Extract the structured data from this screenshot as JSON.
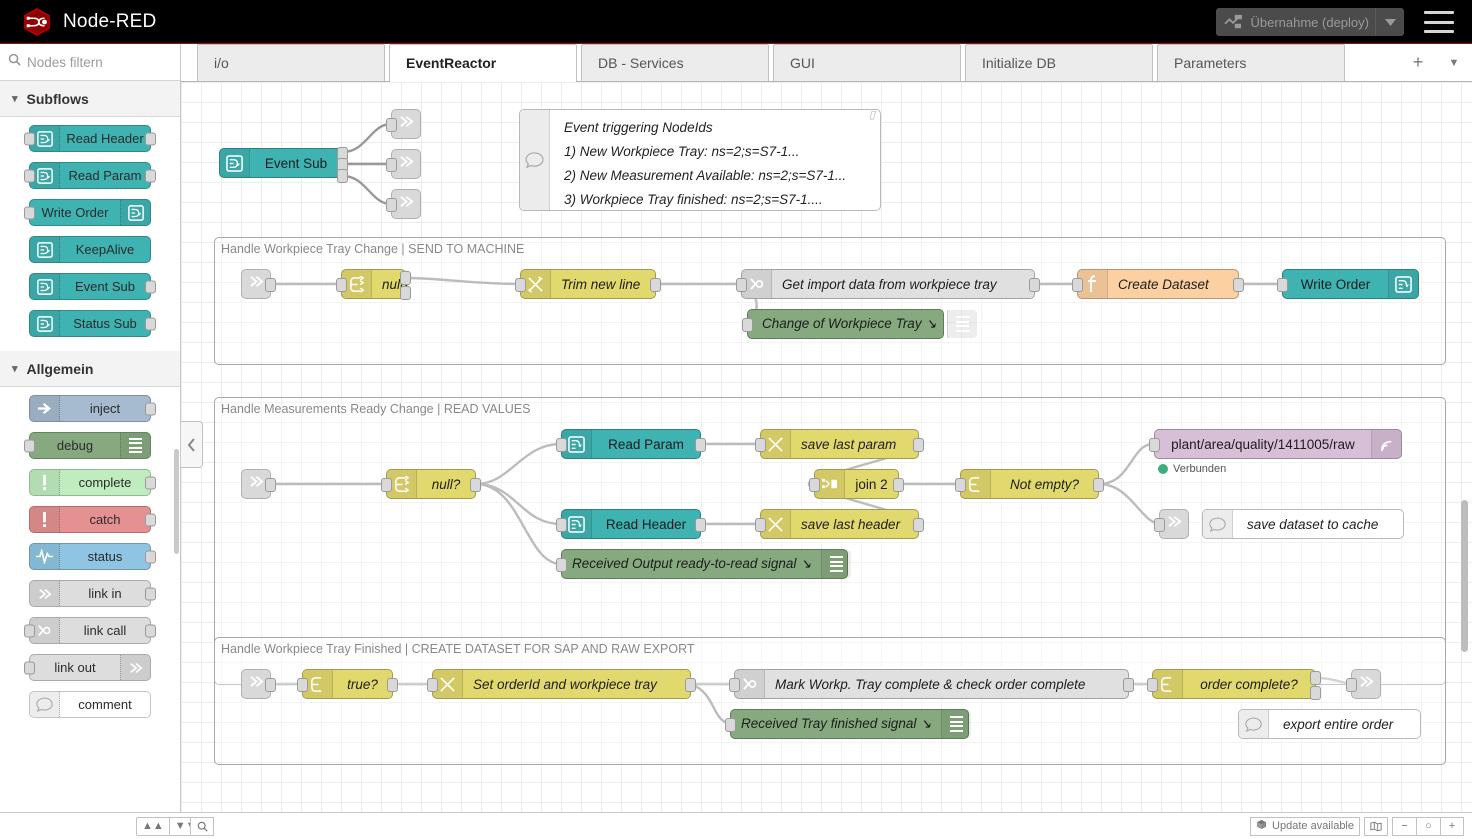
{
  "header": {
    "brand": "Node-RED",
    "logo_icon": "node-red-logo-icon",
    "deploy_label": "Übernahme (deploy)",
    "deploy_icon": "deploy-icon",
    "deploy_caret_icon": "chevron-down-icon",
    "menu_icon": "hamburger-menu-icon"
  },
  "palette": {
    "search_placeholder": "Nodes filtern",
    "search_icon": "search-icon",
    "categories": [
      {
        "name": "Subflows",
        "chevron": "chevron-down-icon",
        "nodes": [
          {
            "label": "Read Header",
            "icon": "subflow-icon",
            "color": "#3fb3b2",
            "icon_side": "left",
            "in": true,
            "out": true
          },
          {
            "label": "Read Param",
            "icon": "subflow-icon",
            "color": "#3fb3b2",
            "icon_side": "left",
            "in": true,
            "out": true
          },
          {
            "label": "Write Order",
            "icon": "subflow-icon",
            "color": "#3fb3b2",
            "icon_side": "right",
            "in": true,
            "out": false
          },
          {
            "label": "KeepAlive",
            "icon": "subflow-icon",
            "color": "#3fb3b2",
            "icon_side": "left",
            "in": false,
            "out": false
          },
          {
            "label": "Event Sub",
            "icon": "subflow-icon",
            "color": "#3fb3b2",
            "icon_side": "left",
            "in": false,
            "out": true
          },
          {
            "label": "Status Sub",
            "icon": "subflow-icon",
            "color": "#3fb3b2",
            "icon_side": "left",
            "in": false,
            "out": true
          }
        ]
      },
      {
        "name": "Allgemein",
        "chevron": "chevron-down-icon",
        "nodes": [
          {
            "label": "inject",
            "icon": "inject-arrow-icon",
            "color": "#a6bbcf",
            "icon_side": "left",
            "in": false,
            "out": true
          },
          {
            "label": "debug",
            "icon": "debug-bars-icon",
            "color": "#87a980",
            "icon_side": "right",
            "in": true,
            "out": false
          },
          {
            "label": "complete",
            "icon": "exclamation-icon",
            "color": "#c0edc0",
            "icon_side": "left",
            "in": false,
            "out": true
          },
          {
            "label": "catch",
            "icon": "exclamation-icon",
            "color": "#e69191",
            "icon_side": "left",
            "in": false,
            "out": true
          },
          {
            "label": "status",
            "icon": "pulse-wave-icon",
            "color": "#8fc5e2",
            "icon_side": "left",
            "in": false,
            "out": true
          },
          {
            "label": "link in",
            "icon": "link-icon",
            "color": "#dddddd",
            "icon_side": "left",
            "in": false,
            "out": true
          },
          {
            "label": "link call",
            "icon": "link-call-icon",
            "color": "#dddddd",
            "icon_side": "left",
            "in": true,
            "out": true
          },
          {
            "label": "link out",
            "icon": "link-icon",
            "color": "#dddddd",
            "icon_side": "right",
            "in": true,
            "out": false
          },
          {
            "label": "comment",
            "icon": "comment-bubble-icon",
            "color": "#ffffff",
            "icon_side": "left",
            "in": false,
            "out": false
          }
        ]
      }
    ]
  },
  "tabs": {
    "items": [
      {
        "label": "i/o",
        "active": false
      },
      {
        "label": "EventReactor",
        "active": true
      },
      {
        "label": "DB - Services",
        "active": false
      },
      {
        "label": "GUI",
        "active": false
      },
      {
        "label": "Initialize DB",
        "active": false
      },
      {
        "label": "Parameters",
        "active": false
      }
    ],
    "add_icon": "plus-icon",
    "menu_icon": "chevron-down-icon"
  },
  "canvas": {
    "collapse_icon": "chevron-left-icon",
    "event_sub_node": {
      "label": "Event Sub",
      "icon": "subflow-icon",
      "color": "#3fb3b2"
    },
    "header_comment": {
      "icon": "comment-bubble-icon",
      "lines": [
        "Event triggering NodeIds",
        "1) New Workpiece Tray: ns=2;s=S7-1...",
        "2) New Measurement Available: ns=2;s=S7-1...",
        "3) Workpiece Tray finished: ns=2;s=S7-1...."
      ]
    },
    "groups": [
      {
        "title": "Handle Workpiece Tray Change | SEND TO MACHINE",
        "nodes": [
          {
            "name": "link-in",
            "label": "",
            "icon": "link-icon",
            "color": "#d9d9d9"
          },
          {
            "name": "switch-null",
            "label": "null?",
            "icon": "switch-icon",
            "color": "#e2d96e"
          },
          {
            "name": "change-trim",
            "label": "Trim new line",
            "icon": "change-icon",
            "color": "#e2d96e"
          },
          {
            "name": "link-call",
            "label": "Get import data from workpiece tray",
            "icon": "link-call-icon",
            "color": "#dddddd"
          },
          {
            "name": "function",
            "label": "Create Dataset",
            "icon": "function-icon",
            "color": "#fdd0a2"
          },
          {
            "name": "write-order",
            "label": "Write Order",
            "icon": "subflow-icon",
            "color": "#3fb3b2"
          },
          {
            "name": "debug",
            "label": "Change of Workpiece Tray",
            "icon": "debug-bars-icon",
            "color": "#87a980"
          }
        ]
      },
      {
        "title": "Handle Measurements Ready Change | READ VALUES",
        "nodes": [
          {
            "name": "link-in",
            "label": "",
            "icon": "link-icon",
            "color": "#d9d9d9"
          },
          {
            "name": "switch-null",
            "label": "null?",
            "icon": "switch-icon",
            "color": "#e2d96e"
          },
          {
            "name": "read-param",
            "label": "Read Param",
            "icon": "subflow-icon",
            "color": "#3fb3b2"
          },
          {
            "name": "read-header",
            "label": "Read Header",
            "icon": "subflow-icon",
            "color": "#3fb3b2"
          },
          {
            "name": "save-param",
            "label": "save last param",
            "icon": "change-icon",
            "color": "#e2d96e"
          },
          {
            "name": "save-header",
            "label": "save last header",
            "icon": "change-icon",
            "color": "#e2d96e"
          },
          {
            "name": "join",
            "label": "join 2",
            "icon": "join-icon",
            "color": "#e2d96e"
          },
          {
            "name": "not-empty",
            "label": "Not empty?",
            "icon": "switch-icon",
            "color": "#e2d96e"
          },
          {
            "name": "mqtt-out",
            "label": "plant/area/quality/1411005/raw",
            "icon": "mqtt-icon",
            "color": "#d8bfd8",
            "status": "Verbunden",
            "status_color": "#3fae7f"
          },
          {
            "name": "link-out",
            "label": "",
            "icon": "link-icon",
            "color": "#d9d9d9"
          },
          {
            "name": "comment-cache",
            "label": "save dataset to cache",
            "icon": "comment-bubble-icon",
            "color": "#ffffff"
          },
          {
            "name": "debug",
            "label": "Received Output ready-to-read signal",
            "icon": "debug-bars-icon",
            "color": "#87a980"
          }
        ]
      },
      {
        "title": "Handle Workpiece Tray Finished | CREATE DATASET FOR SAP AND RAW EXPORT",
        "nodes": [
          {
            "name": "link-in",
            "label": "",
            "icon": "link-icon",
            "color": "#d9d9d9"
          },
          {
            "name": "switch-true",
            "label": "true?",
            "icon": "switch-icon",
            "color": "#e2d96e"
          },
          {
            "name": "change-set",
            "label": "Set orderId and workpiece tray",
            "icon": "change-icon",
            "color": "#e2d96e"
          },
          {
            "name": "link-call",
            "label": "Mark Workp. Tray complete & check order complete",
            "icon": "link-call-icon",
            "color": "#dddddd"
          },
          {
            "name": "switch-order",
            "label": "order complete?",
            "icon": "switch-icon",
            "color": "#e2d96e"
          },
          {
            "name": "link-out",
            "label": "",
            "icon": "link-icon",
            "color": "#d9d9d9"
          },
          {
            "name": "debug",
            "label": "Received Tray finished signal",
            "icon": "debug-bars-icon",
            "color": "#87a980"
          },
          {
            "name": "comment-export",
            "label": "export entire order",
            "icon": "comment-bubble-icon",
            "color": "#ffffff"
          }
        ]
      }
    ]
  },
  "footer": {
    "collapse_up_icon": "chevrons-up-icon",
    "collapse_down_icon": "chevrons-down-icon",
    "search_icon": "search-icon",
    "update_label": "Update available",
    "update_icon": "package-icon",
    "map_icon": "navigator-map-icon",
    "zoom_out_icon": "minus-icon",
    "zoom_reset_icon": "circle-icon",
    "zoom_in_icon": "plus-icon"
  }
}
